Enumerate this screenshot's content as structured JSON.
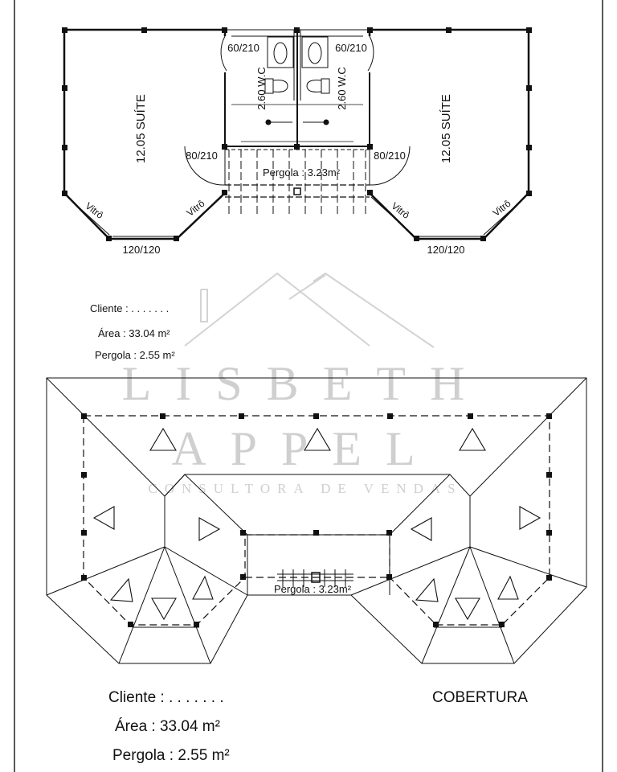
{
  "plan": {
    "door_top_left": "60/210",
    "door_top_right": "60/210",
    "wc_left": "2.60 W.C",
    "wc_right": "2.60 W.C",
    "suite_left": "12.05 SUÍTE",
    "suite_right": "12.05 SUÍTE",
    "door_mid_left": "80/210",
    "door_mid_right": "80/210",
    "pergola": "Pergola : 3.23m²",
    "vitro_1": "Vitrô",
    "vitro_2": "Vitrô",
    "vitro_3": "Vitrô",
    "vitro_4": "Vitrô",
    "window_left": "120/120",
    "window_right": "120/120"
  },
  "info_small": {
    "cliente": "Cliente : . . . . . . .",
    "area": "Área : 33.04 m²",
    "pergola": "Pergola : 2.55 m²"
  },
  "watermark": {
    "line1": "LISBETH",
    "line2": "APPEL",
    "line3": "CONSULTORA DE VENDAS"
  },
  "roof": {
    "pergola": "Pergola : 3.23m²",
    "title": "COBERTURA"
  },
  "info_large": {
    "cliente": "Cliente : . . . . . . .",
    "area": "Área : 33.04 m²",
    "pergola": "Pergola : 2.55 m²"
  }
}
